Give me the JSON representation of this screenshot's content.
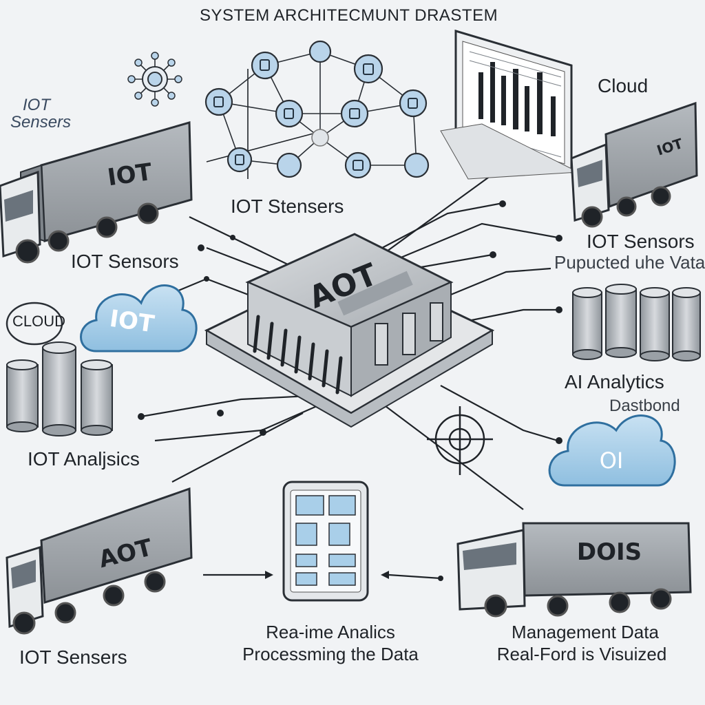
{
  "diagram": {
    "title": "SYSTEM ARCHITECMUNT DRASTEM",
    "hub": {
      "label": "AOT"
    },
    "labels": {
      "iot_sensers_top_left": [
        "IOT",
        "Sensers"
      ],
      "iot_stensers": "IOT Stensers",
      "cloud_top_right": "Cloud",
      "iot_sensors_left": "IOT Sensors",
      "iot_sensors_right": "IOT Sensors",
      "puplicated_data": "Pupucted uhe Vata",
      "cloud_left": "CLOUD",
      "iot_analsics": "IOT Analjsics",
      "ai_analytics": "AI Analytics",
      "dashboard": "Dastbond",
      "iot_sensers_bottom": "IOT Sensers",
      "realtime_line1": "Rea-ime Analics",
      "realtime_line2": "Processming the Data",
      "management_line1": "Management Data",
      "management_line2": "Real-Ford is Visuized"
    },
    "trucks": {
      "top_left": "IOT",
      "top_right": "IOT",
      "bottom_left": "AOT",
      "bottom_right": "DOIS"
    },
    "clouds": {
      "left": "IOT",
      "right": "OI"
    },
    "colors": {
      "cloud_fill": "#a9cfe9",
      "cloud_stroke": "#2f6f9f",
      "node_fill": "#b9d4ea",
      "truck_body": "#a4a9ae",
      "hub_body": "#c7cbcf"
    }
  }
}
